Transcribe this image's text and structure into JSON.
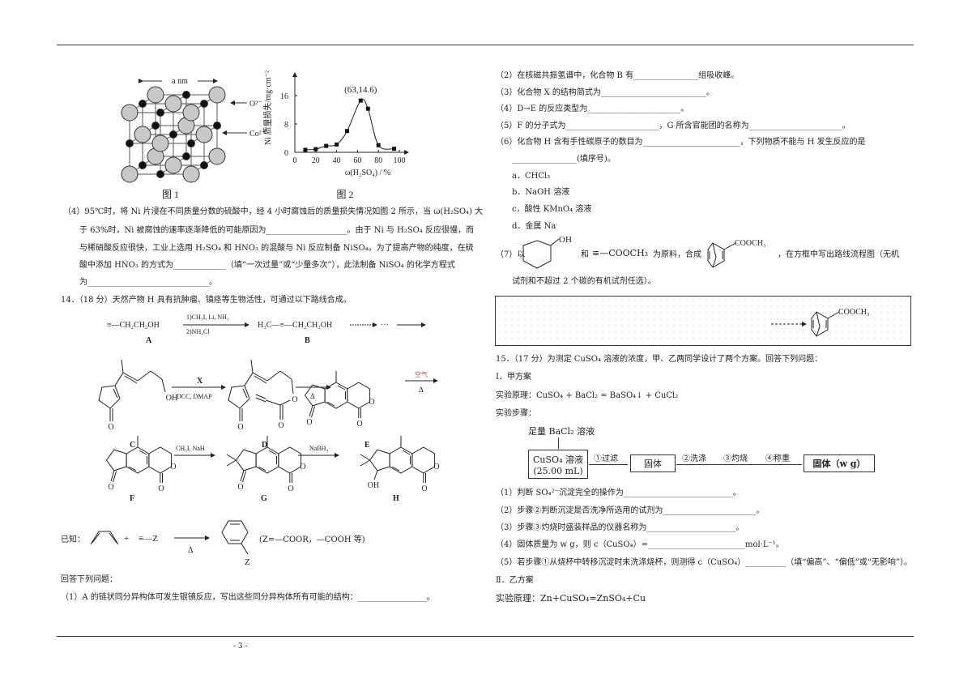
{
  "page_number": "- 3 -",
  "figure1": {
    "a_label": "a nm",
    "o_label": "O²⁻",
    "co_label": "Co²⁺",
    "caption": "图 1"
  },
  "chart_data": {
    "type": "line",
    "title": "",
    "xlabel": "ω(H₂SO₄) / %",
    "ylabel": "Ni 质量损失/mg·cm⁻²",
    "x": [
      10,
      20,
      30,
      40,
      50,
      63,
      70,
      80,
      95
    ],
    "y": [
      0.7,
      0.9,
      1.8,
      2.2,
      6.0,
      14.6,
      12.3,
      2.0,
      1.0
    ],
    "xticks": [
      "0",
      "20",
      "40",
      "60",
      "80",
      "100"
    ],
    "yticks": [
      "0",
      "8",
      "16"
    ],
    "xlim": [
      0,
      100
    ],
    "ylim": [
      0,
      20
    ],
    "annotation": "(63,14.6)",
    "caption": "图 2",
    "grid": false
  },
  "q13_4": {
    "l1": "（4）95℃时，将 Ni 片浸在不同质量分数的硫酸中，经 4 小时腐蚀后的质量损失情况如图 2 所示，当 ω(H₂SO₄) 大",
    "l2": "于 63%时，Ni 被腐蚀的速率逐渐降低的可能原因为____________________。由于 Ni 与 H₂SO₄ 反应很慢，而",
    "l3": "与稀硝酸反应很快，工业上选用 H₂SO₄ 和 HNO₃ 的混酸与 Ni 反应制备 NiSO₄。为了提高产物的纯度，在硫",
    "l4": "酸中添加 HNO₃ 的方式为_____________（填“一次过量”或“少量多次”），此法制备 NiSO₄ 的化学方程式",
    "l5": "为______________________________。"
  },
  "q14": {
    "header": "14．（18 分）天然产物 H 具有抗肿瘤、镇痉等生物活性，可通过以下路线合成。",
    "scheme": {
      "A_formula": "≡—CH₂CH₂OH",
      "reagent1": "1)CH₃I, Li, NH₃",
      "reagent2": "2)NH₄Cl",
      "B_formula": "H₃C—≡—CH₂CH₂OH",
      "ellipsis": "···",
      "labels": {
        "A": "A",
        "B": "B",
        "C": "C",
        "D": "D",
        "E": "E",
        "F": "F",
        "G": "G",
        "H": "H"
      },
      "X": "X",
      "dcc": "DCC, DMAP",
      "delta": "Δ",
      "air": "空气",
      "ch3i_nah": "CH₃I, NaH",
      "nabh4": "NaBH₄",
      "OH": "OH",
      "O": "O"
    },
    "known": {
      "label": "已知：",
      "plus": "+",
      "alkyne": "≡—Z",
      "Z": "Z",
      "note": "(Z=—COOR，—COOH 等)"
    },
    "answer_intro": "回答下列问题：",
    "q1": "（1）A 的链状同分异构体可发生银镜反应，写出这些同分异构体所有可能的结构：_________________。",
    "q2": "（2）在核磁共振氢谱中，化合物 B 有________________组吸收峰。",
    "q3": "（3）化合物 X 的结构简式为__________________________。",
    "q4": "（4）D→E 的反应类型为_______________________。",
    "q5": "（5）F 的分子式为_______________________，G 所含官能团的名称为_______________________。",
    "q6a": "（6）化合物 H 含有手性碳原子的数目为________________________，下列物质不能与 H 发生反应的是",
    "q6b": "________________(填序号)。",
    "options": [
      "a．CHCl₃",
      "b．NaOH 溶液",
      "c．酸性 KMnO₄ 溶液",
      "d．金属 Na"
    ],
    "q7_prefix": "（7）以",
    "q7_and": "和",
    "q7_alkyne": "≡—COOCH₃",
    "q7_mid": "为原料，合成",
    "q7_suffix": "，在方框中写出路线流程图（无机",
    "q7_line2": "试剂和不超过 2 个碳的有机试剂任选）。",
    "cooch3": "COOCH₃"
  },
  "q15": {
    "header": "15．（17 分）为测定 CuSO₄ 溶液的浓度，甲、乙两同学设计了两个方案。回答下列问题：",
    "plan1": "Ⅰ．甲方案",
    "principle1": "实验原理：CuSO₄ + BaCl₂ = BaSO₄↓ + CuCl₂",
    "steps": "实验步骤：",
    "flow": {
      "reagent": "足量 BaCl₂ 溶液",
      "box1a": "CuSO₄ 溶液",
      "box1b": "(25.00 mL)",
      "s1": "①过滤",
      "box2": "固体",
      "s2": "②洗涤",
      "s3": "③灼烧",
      "s4": "④称重",
      "box3": "固体（w g）"
    },
    "q1": "（1）判断 SO₄²⁻沉淀完全的操作为___________________________。",
    "q2": "（2）步骤②判断沉淀是否洗净所选用的试剂为_______________________。",
    "q3": "（3）步骤③灼烧时盛装样品的仪器名称为______________________。",
    "q4": "（4）固体质量为 w g，则 c（CuSO₄）=________________________mol·L⁻¹。",
    "q5": "（5）若步骤①从烧杯中转移沉淀时未洗涤烧杯，则测得 c（CuSO₄）__________（填“偏高”、“偏低”或“无影响”）。",
    "plan2": "Ⅱ．乙方案",
    "principle2": "实验原理：Zn+CuSO₄=ZnSO₄+Cu"
  }
}
